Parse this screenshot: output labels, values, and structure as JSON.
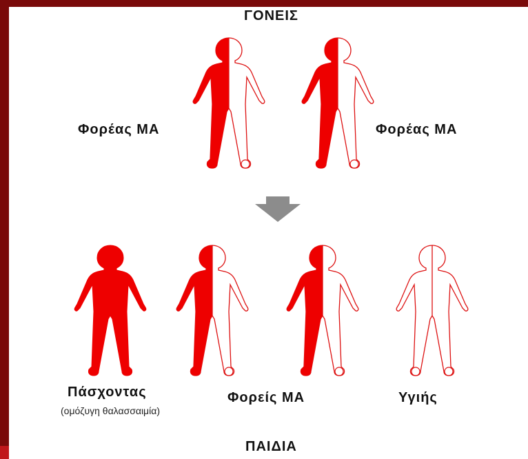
{
  "diagram": {
    "top_title": "ΓΟΝΕΙΣ",
    "bottom_title": "ΠΑΙΔΙΑ",
    "parents": [
      {
        "label": "Φορέας ΜΑ",
        "status": "carrier"
      },
      {
        "label": "Φορέας ΜΑ",
        "status": "carrier"
      }
    ],
    "children": {
      "affected_label": "Πάσχοντας",
      "affected_note": "(ομόζυγη θαλασσαιμία)",
      "carrier_label": "Φορείς ΜΑ",
      "healthy_label": "Υγιής",
      "figures": [
        {
          "status": "affected"
        },
        {
          "status": "carrier"
        },
        {
          "status": "carrier"
        },
        {
          "status": "healthy"
        }
      ]
    },
    "colors": {
      "fill": "#ee0000",
      "outline": "#dd1111",
      "arrow": "#8c8c8c",
      "border": "#7a0a0a",
      "corner": "#c0181c"
    }
  }
}
